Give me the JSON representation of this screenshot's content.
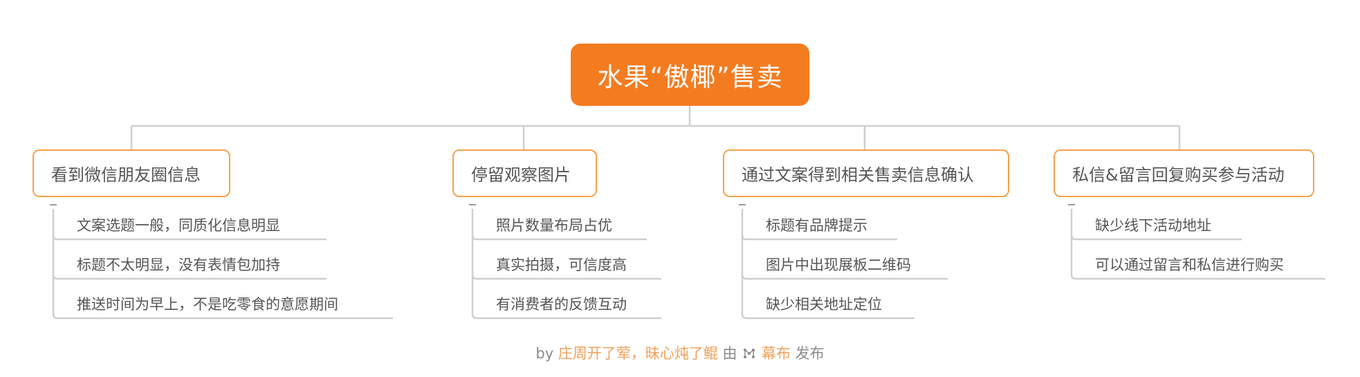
{
  "root": {
    "title": "水果“傲椰”售卖"
  },
  "branches": [
    {
      "label": "看到微信朋友圈信息",
      "children": [
        "文案选题一般，同质化信息明显",
        "标题不太明显，没有表情包加持",
        "推送时间为早上，不是吃零食的意愿期间"
      ]
    },
    {
      "label": "停留观察图片",
      "children": [
        "照片数量布局占优",
        "真实拍摄，可信度高",
        "有消费者的反馈互动"
      ]
    },
    {
      "label": "通过文案得到相关售卖信息确认",
      "children": [
        "标题有品牌提示",
        "图片中出现展板二维码",
        "缺少相关地址定位"
      ]
    },
    {
      "label": "私信&留言回复购买参与活动",
      "children": [
        "缺少线下活动地址",
        "可以通过留言和私信进行购买"
      ]
    }
  ],
  "footer": {
    "by": "by",
    "authors": "庄周开了荤，昧心炖了鲲",
    "via": "由",
    "brand": "幕布",
    "publish": "发布"
  },
  "colors": {
    "root_fill": "#f47c20",
    "branch_border": "#f5a24c",
    "connector": "#cfcfcf",
    "footer_accent": "#f0a05a"
  }
}
